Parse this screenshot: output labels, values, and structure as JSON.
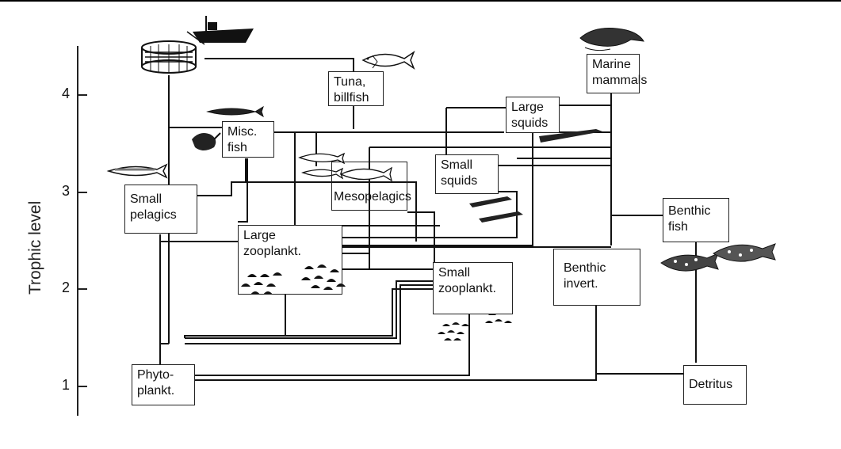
{
  "yaxis": {
    "title": "Trophic level",
    "ticks": [
      "4",
      "3",
      "2",
      "1"
    ]
  },
  "nodes": {
    "tuna": [
      "Tuna,",
      "billfish"
    ],
    "marine_mammals": [
      "Marine",
      "mammals"
    ],
    "misc_fish": [
      "Misc.",
      "fish"
    ],
    "large_squids": [
      "Large",
      "squids"
    ],
    "small_pelagics": [
      "Small",
      "pelagics"
    ],
    "mesopelagics": [
      "Mesopelagics"
    ],
    "small_squids": [
      "Small",
      "squids"
    ],
    "benthic_fish": [
      "Benthic",
      "fish"
    ],
    "large_zooplankt": [
      "Large",
      "zooplankt."
    ],
    "small_zooplankt": [
      "Small",
      "zooplankt."
    ],
    "benthic_invert": [
      "Benthic",
      "invert."
    ],
    "phytoplankt": [
      "Phyto-",
      "plankt."
    ],
    "detritus": [
      "Detritus"
    ]
  },
  "icons": [
    "fishing-net-icon",
    "fishing-boat-icon",
    "tuna-icon",
    "whale-icon",
    "misc-fish-icon",
    "squid-icon",
    "sardine-icon",
    "lanternfish-icon",
    "zooplankton-icon",
    "benthic-fish-icon"
  ]
}
